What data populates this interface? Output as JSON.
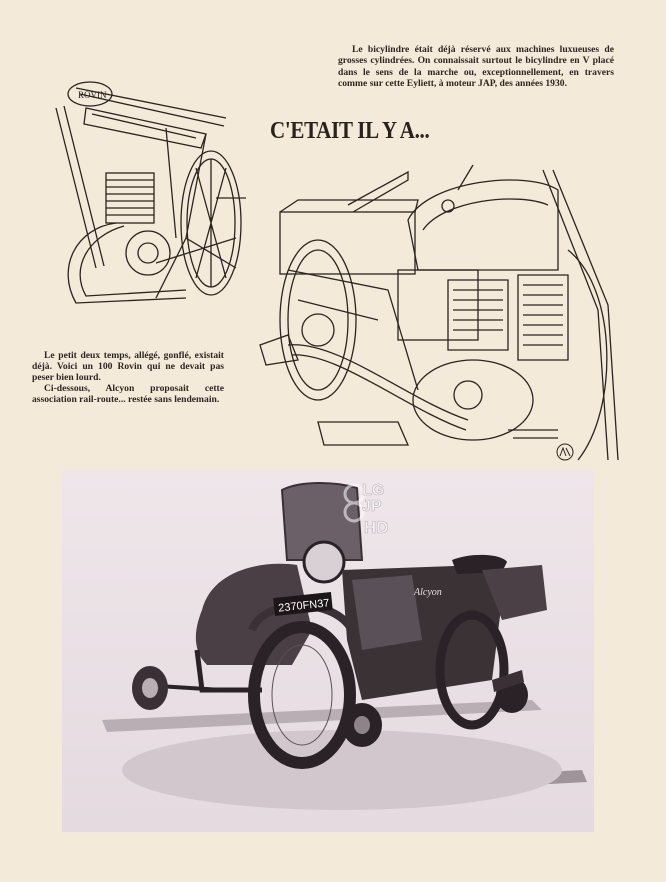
{
  "captions": {
    "top": "Le bicylindre était déjà réservé aux machines luxueuses de grosses cylindrées. On connaissait surtout le bicylindre en V placé dans le sens de la marche ou, exceptionnellement, en travers comme sur cette Eyliett, à moteur JAP, des années 1930.",
    "left_p1": "Le petit deux temps, allégé, gonflé, existait déjà. Voici un 100 Rovin qui ne devait pas peser bien lourd.",
    "left_p2": "Ci-dessous, Alcyon proposait cette association rail-route... restée sans lendemain."
  },
  "heading": "C'ETAIT IL Y A...",
  "photo": {
    "plate": "2370FN37",
    "brand_on_tank": "Alcyon"
  },
  "drawing_left": {
    "tank_logo": "ROVIN"
  },
  "watermark": {
    "line1": "LG",
    "line2": "JP",
    "line3": "HD"
  },
  "colors": {
    "paper": "#f3ead9",
    "ink": "#2b2420",
    "photo_bg": "#eee4e8"
  }
}
